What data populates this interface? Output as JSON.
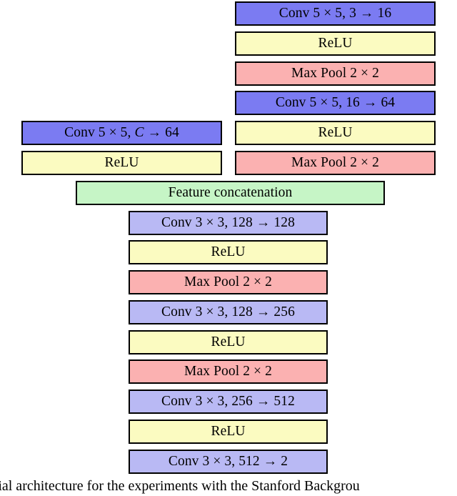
{
  "figure": {
    "type": "neural-network-architecture-diagram",
    "caption": "sarial architecture for the experiments with the Stanford Backgrou",
    "colors": {
      "conv_dark": "#7b7bf2",
      "conv_light": "#b9b9f4",
      "relu": "#fbfbc1",
      "maxpool": "#fbb1b1",
      "concat": "#c6f5c6",
      "border": "#000000",
      "background": "#ffffff"
    }
  },
  "branches": {
    "right_branch": {
      "name": "image-branch",
      "layers": [
        {
          "id": "r1",
          "kind": "conv",
          "label": "Conv 5 × 5, 3 → 16",
          "kernel": "5 × 5",
          "in": 3,
          "out": 16,
          "color": "conv_dark"
        },
        {
          "id": "r2",
          "kind": "relu",
          "label": "ReLU",
          "color": "relu"
        },
        {
          "id": "r3",
          "kind": "maxpool",
          "label": "Max Pool 2 × 2",
          "window": "2 × 2",
          "color": "maxpool"
        },
        {
          "id": "r4",
          "kind": "conv",
          "label": "Conv 5 × 5, 16 → 64",
          "kernel": "5 × 5",
          "in": 16,
          "out": 64,
          "color": "conv_dark"
        },
        {
          "id": "r5",
          "kind": "relu",
          "label": "ReLU",
          "color": "relu"
        },
        {
          "id": "r6",
          "kind": "maxpool",
          "label": "Max Pool 2 × 2",
          "window": "2 × 2",
          "color": "maxpool"
        }
      ]
    },
    "left_branch": {
      "name": "label-map-branch",
      "layers": [
        {
          "id": "l1",
          "kind": "conv",
          "label": "Conv 5 × 5, C → 64",
          "kernel": "5 × 5",
          "in": "C",
          "out": 64,
          "color": "conv_dark"
        },
        {
          "id": "l2",
          "kind": "relu",
          "label": "ReLU",
          "color": "relu"
        }
      ]
    },
    "merge": {
      "id": "m1",
      "kind": "concat",
      "label": "Feature concatenation",
      "color": "concat"
    },
    "trunk": {
      "name": "shared-trunk",
      "layers": [
        {
          "id": "t1",
          "kind": "conv",
          "label": "Conv 3 × 3, 128 → 128",
          "kernel": "3 × 3",
          "in": 128,
          "out": 128,
          "color": "conv_light"
        },
        {
          "id": "t2",
          "kind": "relu",
          "label": "ReLU",
          "color": "relu"
        },
        {
          "id": "t3",
          "kind": "maxpool",
          "label": "Max Pool 2 × 2",
          "window": "2 × 2",
          "color": "maxpool"
        },
        {
          "id": "t4",
          "kind": "conv",
          "label": "Conv 3 × 3, 128 → 256",
          "kernel": "3 × 3",
          "in": 128,
          "out": 256,
          "color": "conv_light"
        },
        {
          "id": "t5",
          "kind": "relu",
          "label": "ReLU",
          "color": "relu"
        },
        {
          "id": "t6",
          "kind": "maxpool",
          "label": "Max Pool 2 × 2",
          "window": "2 × 2",
          "color": "maxpool"
        },
        {
          "id": "t7",
          "kind": "conv",
          "label": "Conv 3 × 3, 256 → 512",
          "kernel": "3 × 3",
          "in": 256,
          "out": 512,
          "color": "conv_light"
        },
        {
          "id": "t8",
          "kind": "relu",
          "label": "ReLU",
          "color": "relu"
        },
        {
          "id": "t9",
          "kind": "conv",
          "label": "Conv 3 × 3, 512 → 2",
          "kernel": "3 × 3",
          "in": 512,
          "out": 2,
          "color": "conv_light"
        }
      ]
    }
  }
}
